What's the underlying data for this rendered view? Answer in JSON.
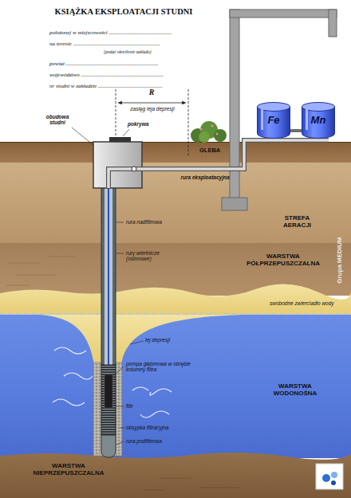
{
  "diagram": {
    "title": "KSIĄŻKA EKSPLOATACJI STUDNI",
    "nodes": [
      {
        "text": [
          "Fe"
        ]
      },
      {
        "text": [
          "Mn"
        ]
      },
      {
        "text": [
          "GLEBA"
        ]
      },
      {
        "text": [
          "STREFA AERACJI"
        ]
      },
      {
        "text": [
          "WARSTWA PÓŁPRZEPUSZCZALNA"
        ]
      },
      {
        "text": [
          "WARSTWA WODONOŚNA"
        ]
      },
      {
        "text": [
          "WARSTWA NIEPRZEPUSZCZALNA"
        ]
      }
    ],
    "edges": [
      {
        "from": 0,
        "to": 1,
        "arrow": "none"
      }
    ],
    "labels": [
      "położonej w miejscowości .............................................",
      "na terenie ..............................................................",
      "(podać określenie zakładu)",
      "powiat ..................................................................",
      "województwo ...........................................................",
      "nr studni w zakładzie ..............................................",
      "R",
      "zasięg leja depresji",
      "obudowa studni",
      "pokrywa",
      "rura eksploatacyjna",
      "rura nadfiltrowa",
      "rury wiertnicze (osłonowe)",
      "swobodne zwierciadło wody",
      "lej depresji",
      "pompa głębinowa w obrębie kolumny filtra",
      "filtr",
      "obsypka filtracyjna",
      "rura podfiltrowa",
      "Grupa MEDIUM"
    ]
  }
}
